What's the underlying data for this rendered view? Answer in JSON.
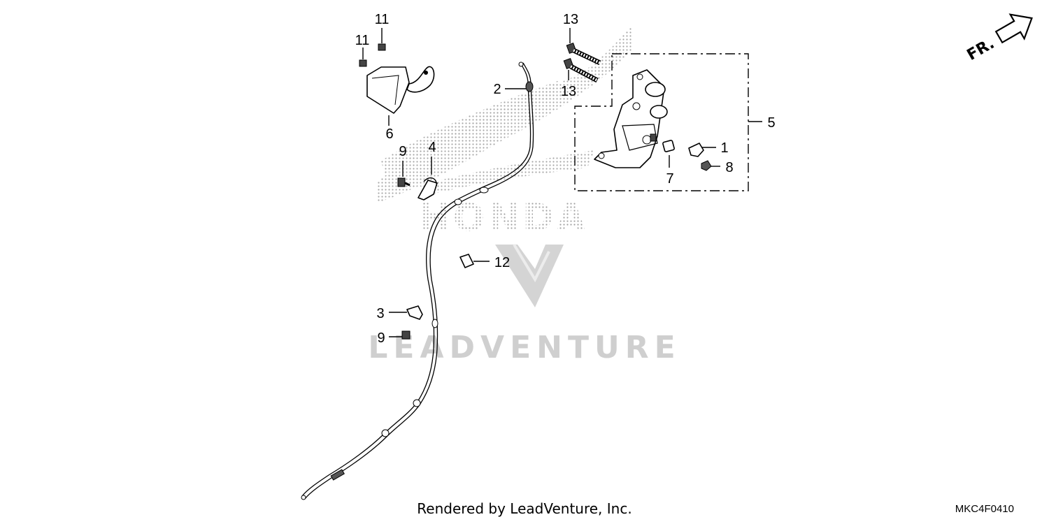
{
  "watermarks": {
    "honda_logo_text": "HONDA",
    "leadventure_text": "LEADVENTURE"
  },
  "direction_indicator": {
    "label": "FR."
  },
  "callouts": {
    "c1": "1",
    "c2": "2",
    "c3": "3",
    "c4": "4",
    "c5": "5",
    "c6": "6",
    "c7": "7",
    "c8": "8",
    "c9_top": "9",
    "c9_bottom": "9",
    "c11_top": "11",
    "c11_left": "11",
    "c12": "12",
    "c13_top": "13",
    "c13_bottom": "13"
  },
  "footer": {
    "rendered_by": "Rendered by LeadVenture, Inc.",
    "diagram_code": "MKC4F0410"
  },
  "colors": {
    "ink": "#000000",
    "watermark": "#c8c8c8",
    "background": "#ffffff"
  },
  "icons": {
    "direction_arrow": "arrow-upright-icon",
    "brand_watermark": "honda-wing-logo"
  }
}
